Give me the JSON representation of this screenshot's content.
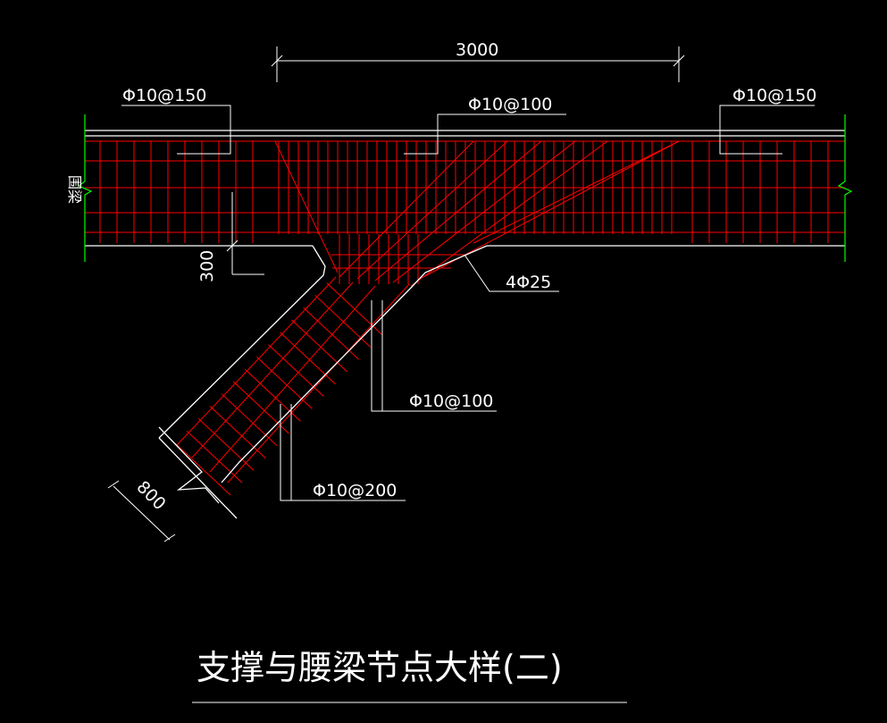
{
  "dimensions": {
    "top_length": "3000",
    "beam_depth": "300",
    "strut_width": "800"
  },
  "beam_side_label": "围梁",
  "rebar_labels": {
    "waist_beam_left_stirrup": "Φ10@150",
    "joint_stirrup": "Φ10@100",
    "waist_beam_right_stirrup": "Φ10@150",
    "added_bars": "4Φ25",
    "strut_joint_stirrup": "Φ10@100",
    "strut_stirrup": "Φ10@200"
  },
  "title": "支撑与腰梁节点大样(二)",
  "colors": {
    "background": "#000000",
    "outline": "#ffffff",
    "rebar": "#ff0000",
    "break_line": "#00ff00"
  }
}
